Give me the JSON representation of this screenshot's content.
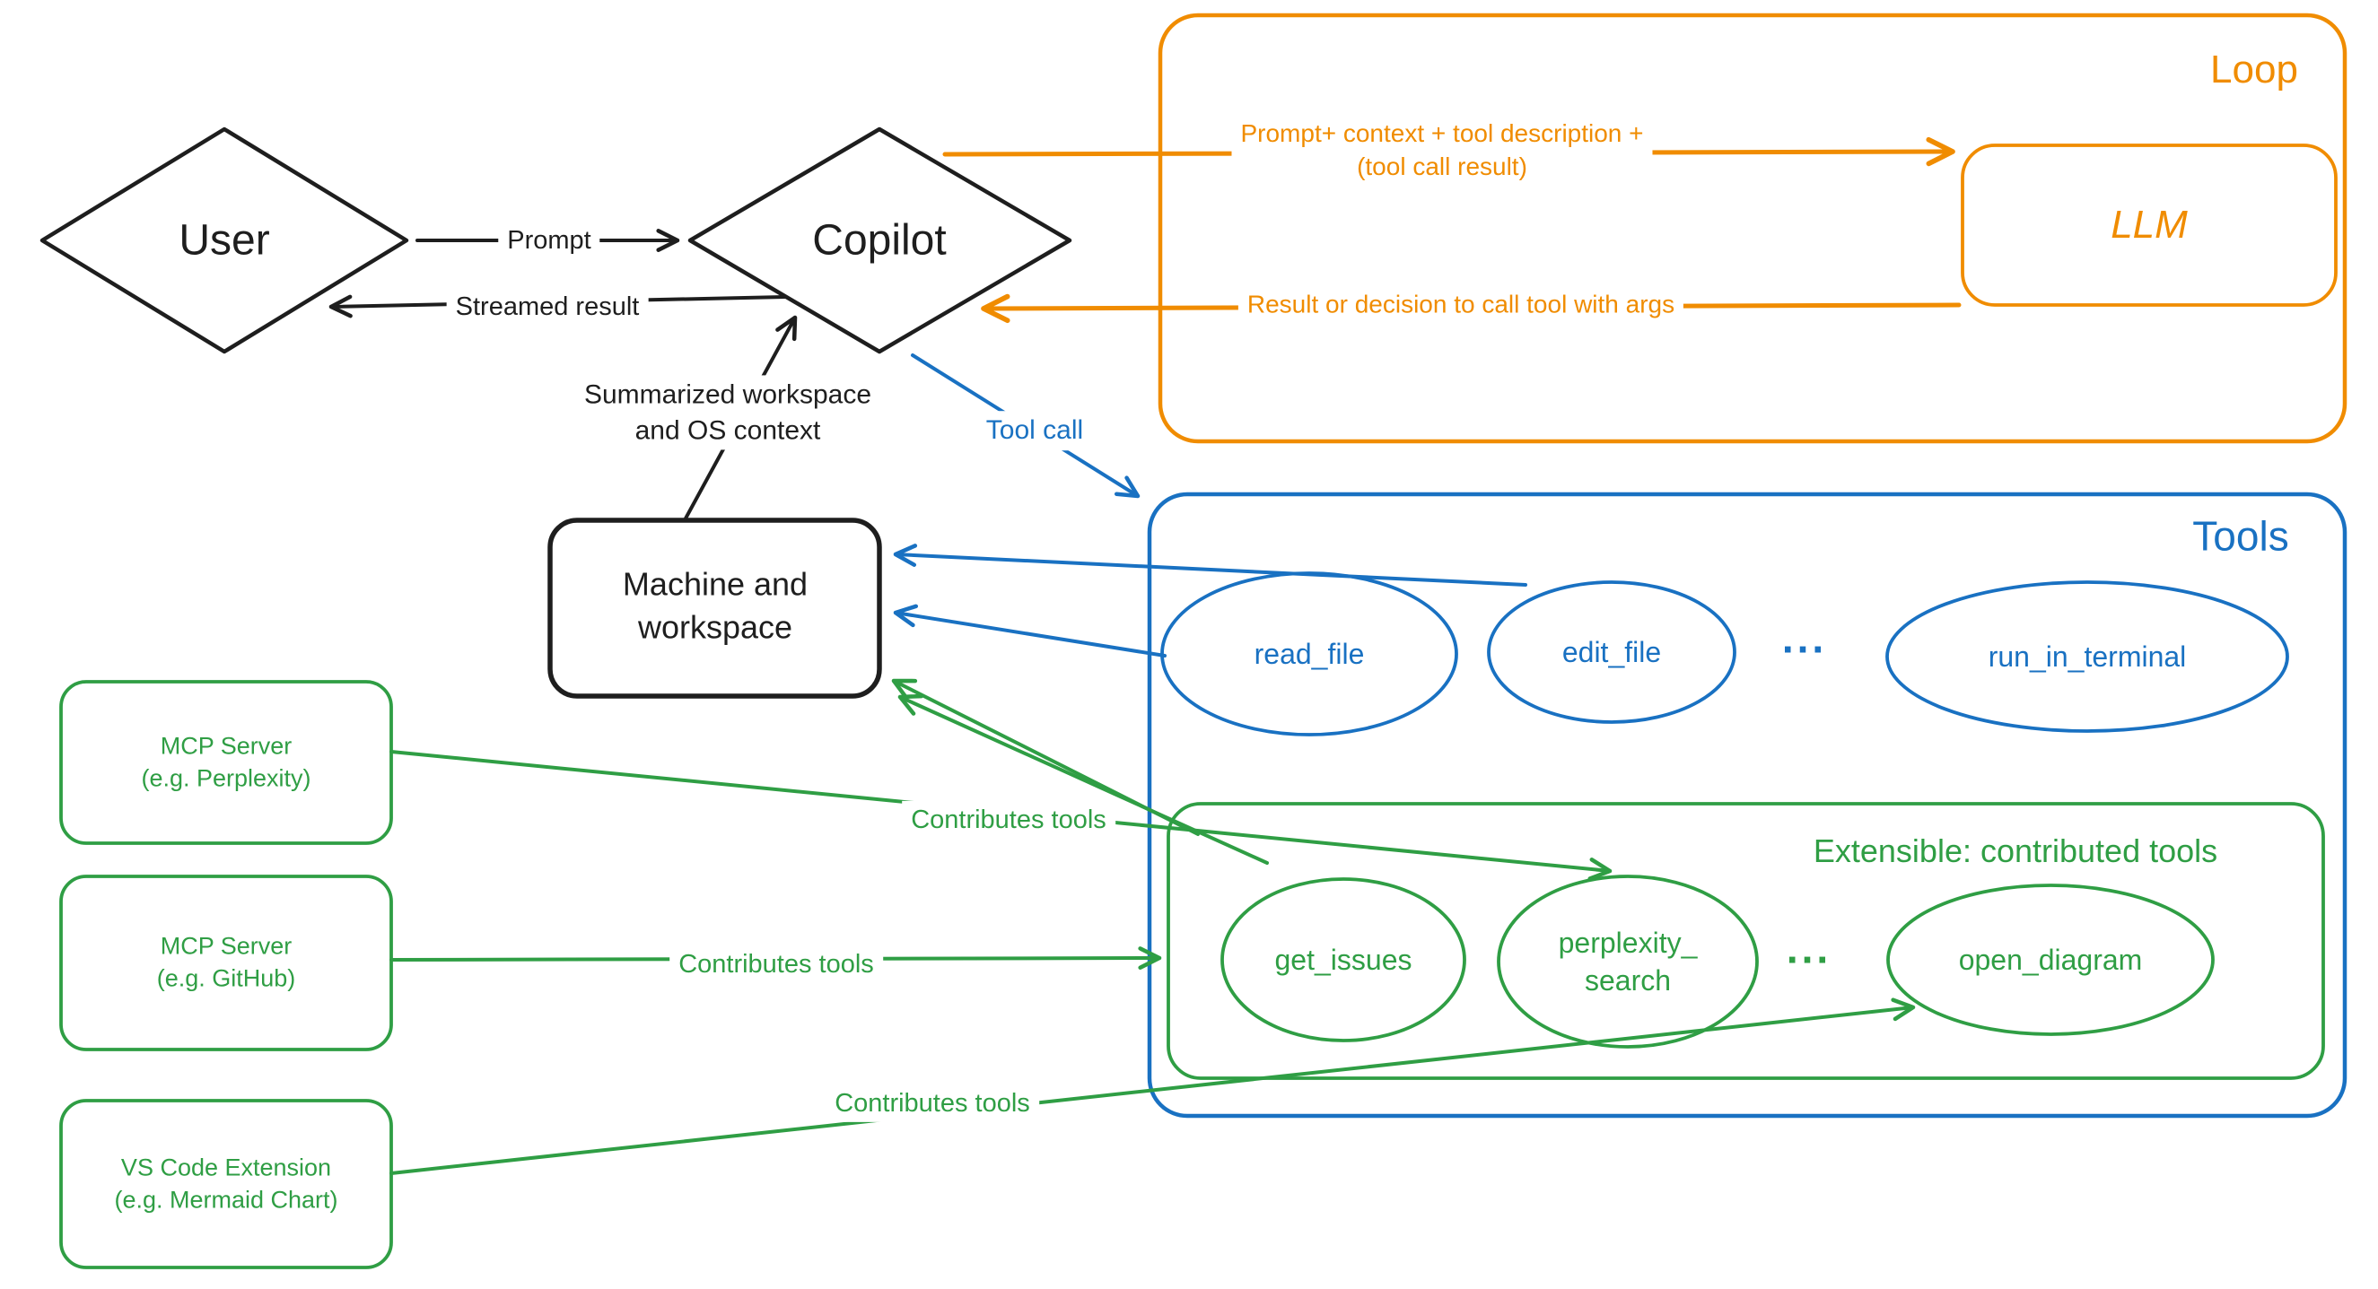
{
  "colors": {
    "black": "#1e1e1e",
    "orange": "#f08c00",
    "blue": "#1971c2",
    "green": "#2f9e44"
  },
  "nodes": {
    "user": {
      "label": "User"
    },
    "copilot": {
      "label": "Copilot"
    },
    "llm": {
      "label": "LLM"
    },
    "machine": {
      "line1": "Machine and",
      "line2": "workspace"
    },
    "mcp_perplexity": {
      "line1": "MCP Server",
      "line2": "(e.g. Perplexity)"
    },
    "mcp_github": {
      "line1": "MCP Server",
      "line2": "(e.g. GitHub)"
    },
    "vscode_extension": {
      "line1": "VS Code Extension",
      "line2": "(e.g. Mermaid Chart)"
    }
  },
  "groups": {
    "loop": {
      "label": "Loop"
    },
    "tools": {
      "label": "Tools"
    },
    "extensible": {
      "label": "Extensible: contributed tools"
    }
  },
  "builtin_tools": {
    "read_file": "read_file",
    "edit_file": "edit_file",
    "ellipsis": "...",
    "run_in_terminal": "run_in_terminal"
  },
  "contributed_tools": {
    "get_issues": "get_issues",
    "perplexity_search_line1": "perplexity_",
    "perplexity_search_line2": "search",
    "ellipsis": "...",
    "open_diagram": "open_diagram"
  },
  "edges": {
    "prompt": "Prompt",
    "streamed_result": "Streamed result",
    "prompt_context_line1": "Prompt+ context + tool description +",
    "prompt_context_line2": "(tool call result)",
    "llm_result": "Result or decision to call tool with args",
    "tool_call": "Tool call",
    "summarized_line1": "Summarized workspace",
    "summarized_line2": "and OS context",
    "contributes_1": "Contributes tools",
    "contributes_2": "Contributes tools",
    "contributes_3": "Contributes tools"
  }
}
